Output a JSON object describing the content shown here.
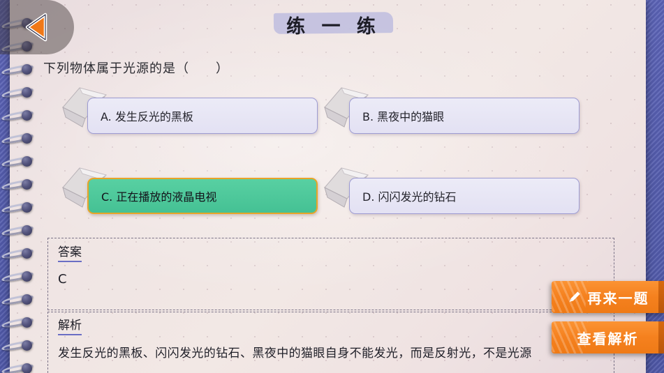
{
  "header": {
    "title": "练 一 练",
    "back_icon": "back-arrow-icon"
  },
  "question": {
    "stem": "下列物体属于光源的是（　　）",
    "options": [
      {
        "key": "A",
        "label": "A. 发生反光的黑板",
        "selected": false
      },
      {
        "key": "B",
        "label": "B. 黑夜中的猫眼",
        "selected": false
      },
      {
        "key": "C",
        "label": "C. 正在播放的液晶电视",
        "selected": true
      },
      {
        "key": "D",
        "label": "D. 闪闪发光的钻石",
        "selected": false
      }
    ]
  },
  "answer_section": {
    "label": "答案",
    "value": "C"
  },
  "analysis_section": {
    "label": "解析",
    "body": "发生反光的黑板、闪闪发光的钻石、黑夜中的猫眼自身不能发光，而是反射光，不是光源"
  },
  "actions": {
    "next_question": {
      "label": "再来一题",
      "icon": "pencil-icon"
    },
    "view_analysis": {
      "label": "查看解析"
    }
  },
  "colors": {
    "accent_orange": "#f5811f",
    "selected_green": "#4ec79a",
    "selected_border": "#e8a427",
    "option_border": "#9d9bd2",
    "title_band": "#c2c0e0",
    "backdrop_blue": "#5a63b4",
    "paper": "#efe4e3",
    "underline_blue": "#6a6ec4"
  }
}
